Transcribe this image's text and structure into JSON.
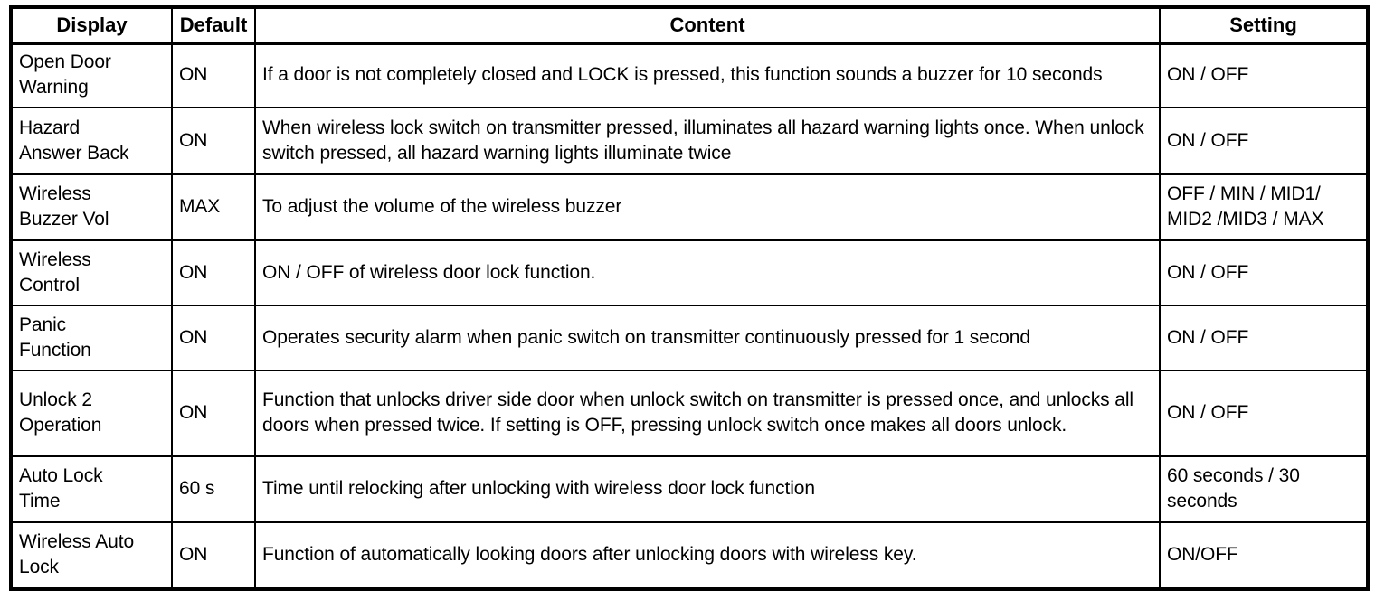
{
  "table": {
    "headers": [
      {
        "key": "display",
        "label": "Display"
      },
      {
        "key": "default",
        "label": "Default"
      },
      {
        "key": "content",
        "label": "Content"
      },
      {
        "key": "setting",
        "label": "Setting"
      }
    ],
    "rows": [
      {
        "display": "Open Door\nWarning",
        "default": "ON",
        "content": "If a door is not completely closed and LOCK is pressed, this function sounds a buzzer for 10 seconds",
        "setting": "ON / OFF"
      },
      {
        "display": "Hazard\nAnswer Back",
        "default": "ON",
        "content": "When wireless lock switch on transmitter pressed, illuminates all hazard warning lights once. When unlock switch pressed, all hazard warning lights illuminate twice",
        "setting": "ON / OFF"
      },
      {
        "display": "Wireless\nBuzzer Vol",
        "default": "MAX",
        "content": "To adjust the volume of the wireless buzzer",
        "setting": "OFF / MIN / MID1/\nMID2 /MID3 / MAX"
      },
      {
        "display": "Wireless\nControl",
        "default": "ON",
        "content": "ON / OFF of wireless door lock function.",
        "setting": "ON / OFF"
      },
      {
        "display": "Panic\nFunction",
        "default": "ON",
        "content": "Operates security alarm when panic switch on transmitter continuously pressed for 1 second",
        "setting": "ON / OFF"
      },
      {
        "display": "Unlock 2\nOperation",
        "default": "ON",
        "content": "Function that unlocks driver side door when unlock switch on transmitter is pressed once, and unlocks all doors when pressed twice. If setting is OFF, pressing unlock switch once makes all doors unlock.",
        "setting": "ON / OFF"
      },
      {
        "display": "Auto Lock\nTime",
        "default": "60 s",
        "content": "Time until relocking after unlocking with wireless door lock function",
        "setting": "60 seconds / 30\nseconds"
      },
      {
        "display": "Wireless Auto\nLock",
        "default": "ON",
        "content": "Function of automatically looking doors after unlocking doors with wireless key.",
        "setting": "ON/OFF"
      }
    ]
  },
  "colors": {
    "border": "#000000",
    "background": "#ffffff",
    "text": "#000000"
  }
}
